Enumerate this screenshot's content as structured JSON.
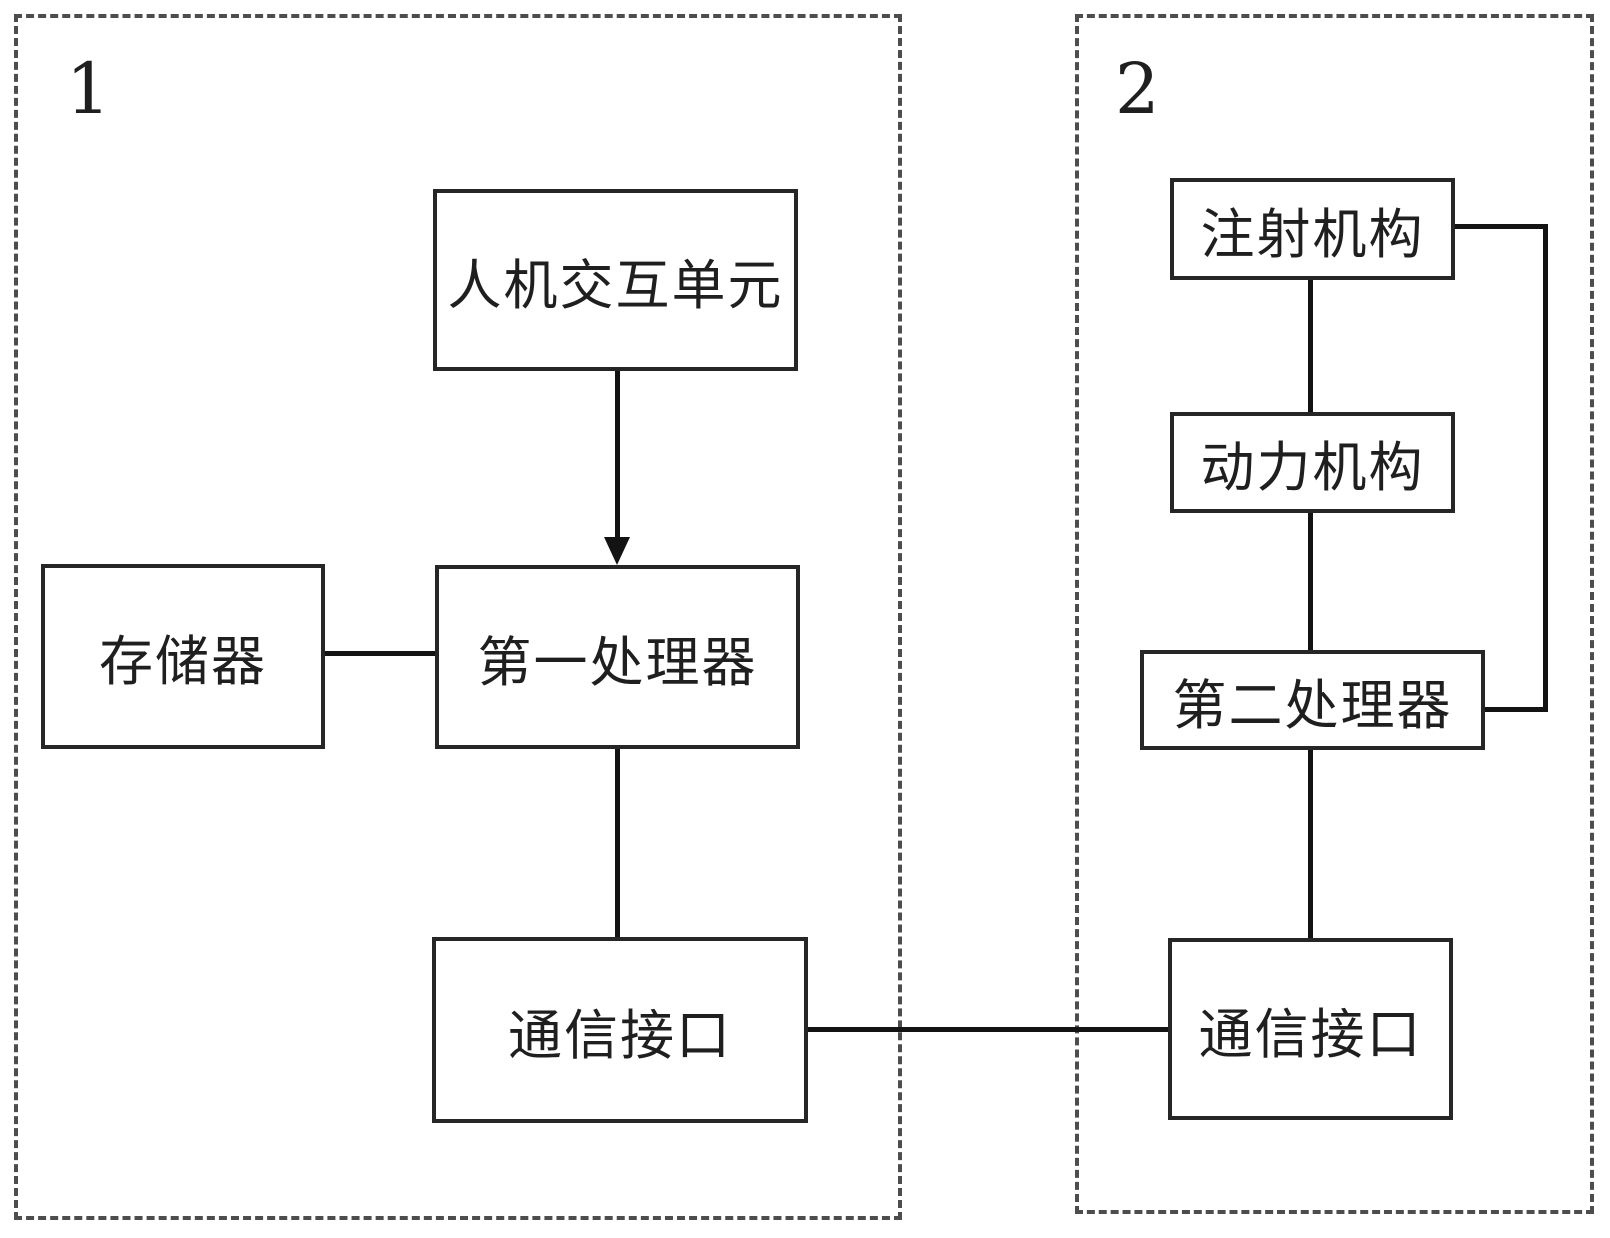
{
  "figure": {
    "type": "block-diagram",
    "background": "#ffffff",
    "groups": [
      {
        "label": "1",
        "description": "host control unit group (dashed frame)"
      },
      {
        "label": "2",
        "description": "injection device group (dashed frame)"
      }
    ],
    "nodes": {
      "hmi": {
        "label": "人机交互单元",
        "group": "1"
      },
      "memory": {
        "label": "存储器",
        "group": "1"
      },
      "processor1": {
        "label": "第一处理器",
        "group": "1"
      },
      "comm1": {
        "label": "通信接口",
        "group": "1"
      },
      "injection": {
        "label": "注射机构",
        "group": "2"
      },
      "power": {
        "label": "动力机构",
        "group": "2"
      },
      "processor2": {
        "label": "第二处理器",
        "group": "2"
      },
      "comm2": {
        "label": "通信接口",
        "group": "2"
      }
    },
    "edges": [
      {
        "from": "hmi",
        "to": "processor1",
        "type": "arrow-down"
      },
      {
        "from": "memory",
        "to": "processor1",
        "type": "line"
      },
      {
        "from": "processor1",
        "to": "comm1",
        "type": "line"
      },
      {
        "from": "comm1",
        "to": "comm2",
        "type": "line"
      },
      {
        "from": "injection",
        "to": "power",
        "type": "line"
      },
      {
        "from": "power",
        "to": "processor2",
        "type": "line"
      },
      {
        "from": "processor2",
        "to": "comm2",
        "type": "line"
      },
      {
        "from": "injection",
        "to": "processor2",
        "type": "right-side-bracket"
      }
    ],
    "colors": {
      "line": "#131313",
      "box_border": "#262626",
      "dashed_border": "#4d4d4d",
      "text": "#1f1f1f",
      "background": "#ffffff"
    }
  }
}
